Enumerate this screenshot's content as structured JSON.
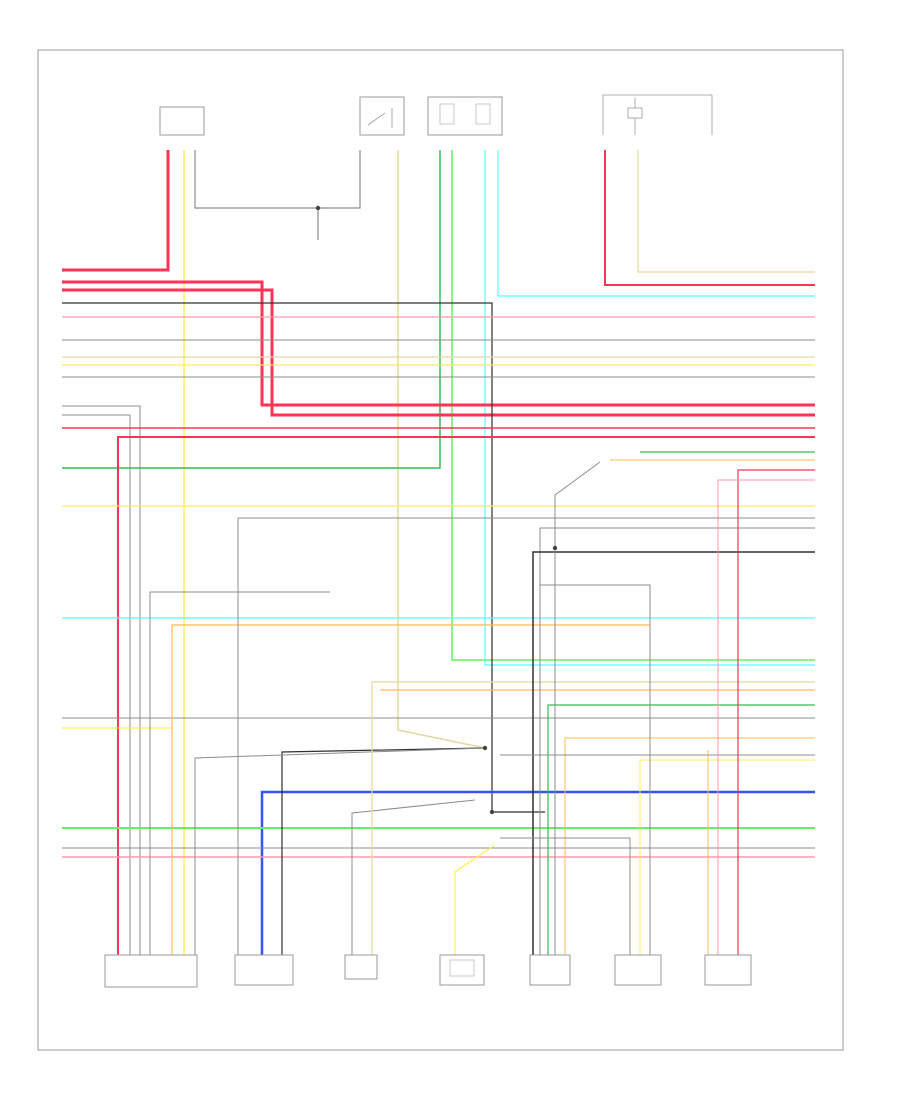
{
  "diagram": {
    "footer_id": "",
    "colors": {
      "red": "#ff3355",
      "pink": "#ff9aaa",
      "yellow": "#ffee55",
      "tan": "#e6d7a0",
      "white": "#d8d8d8",
      "gray": "#8c8c8c",
      "black": "#303030",
      "lt_green": "#66ee66",
      "dk_green": "#33bb55",
      "lt_blue": "#55ffff",
      "dk_blue": "#3355ee",
      "orange": "#ffbb55",
      "border": "#aaaaaa"
    },
    "top_components": [
      {
        "name": "sensor-a-top-left",
        "caption": ""
      },
      {
        "name": "switch-top-middle",
        "caption": ""
      },
      {
        "name": "relay-top-center",
        "caption": ""
      },
      {
        "name": "sensor-top-right",
        "caption": ""
      }
    ],
    "bottom_components": [
      {
        "name": "module-bottom-1",
        "caption": ""
      },
      {
        "name": "sensor-bottom-2",
        "caption": ""
      },
      {
        "name": "sensor-bottom-3",
        "caption": ""
      },
      {
        "name": "sensor-bottom-4",
        "caption": ""
      },
      {
        "name": "sensor-bottom-5",
        "caption": ""
      },
      {
        "name": "sensor-bottom-6",
        "caption": ""
      },
      {
        "name": "sensor-bottom-7",
        "caption": ""
      }
    ]
  }
}
